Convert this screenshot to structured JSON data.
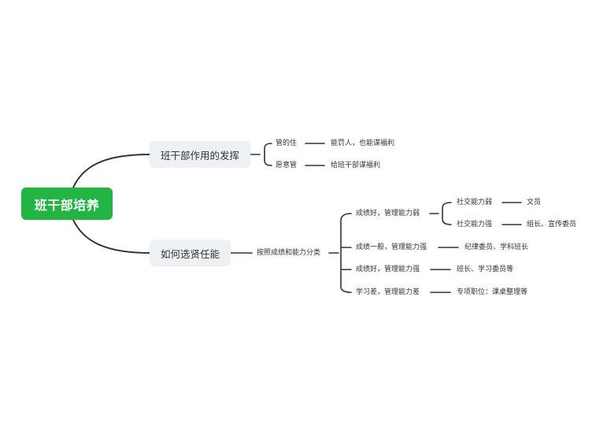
{
  "mindmap": {
    "root": "班干部培养",
    "branch1": {
      "label": "班干部作用的发挥",
      "children": [
        {
          "label": "管的住",
          "detail": "能罚人，也能谋福利"
        },
        {
          "label": "愿意管",
          "detail": "给班干部谋福利"
        }
      ]
    },
    "branch2": {
      "label": "如何选贤任能",
      "sub": "按照成绩和能力分类",
      "groups": [
        {
          "label": "成绩好，管理能力弱",
          "children": [
            {
              "label": "社交能力弱",
              "detail": "文员"
            },
            {
              "label": "社交能力强",
              "detail": "组长、宣传委员"
            }
          ]
        },
        {
          "label": "成绩一般，管理能力强",
          "detail": "纪律委员、学科班长"
        },
        {
          "label": "成绩好，管理能力强",
          "detail": "班长、学习委员等"
        },
        {
          "label": "学习差，管理能力差",
          "detail": "专项职位：课桌整理等"
        }
      ]
    }
  },
  "colors": {
    "root_bg": "#22b544",
    "topic_bg": "#eef1f4",
    "line": "#333333"
  }
}
